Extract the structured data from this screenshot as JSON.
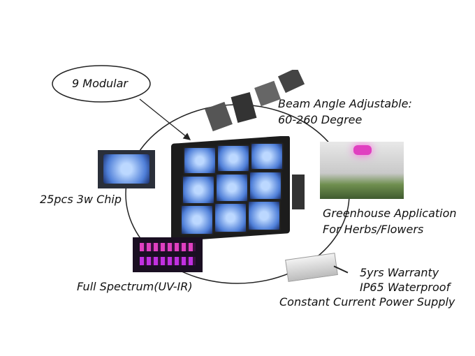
{
  "callout": {
    "label": "9 Modular"
  },
  "features": {
    "beam_line1": "Beam Angle Adjustable:",
    "beam_line2": "60-260 Degree",
    "chip": "25pcs 3w Chip",
    "greenhouse_line1": "Greenhouse Application",
    "greenhouse_line2": "For Herbs/Flowers",
    "spectrum": "Full Spectrum(UV-IR)",
    "warranty": "5yrs Warranty",
    "waterproof": "IP65 Waterproof",
    "power": "Constant Current Power Supply"
  },
  "colors": {
    "led_blue": "#4f7fd8",
    "grow_pink": "#e040c0",
    "frame": "#1c1c1c"
  }
}
